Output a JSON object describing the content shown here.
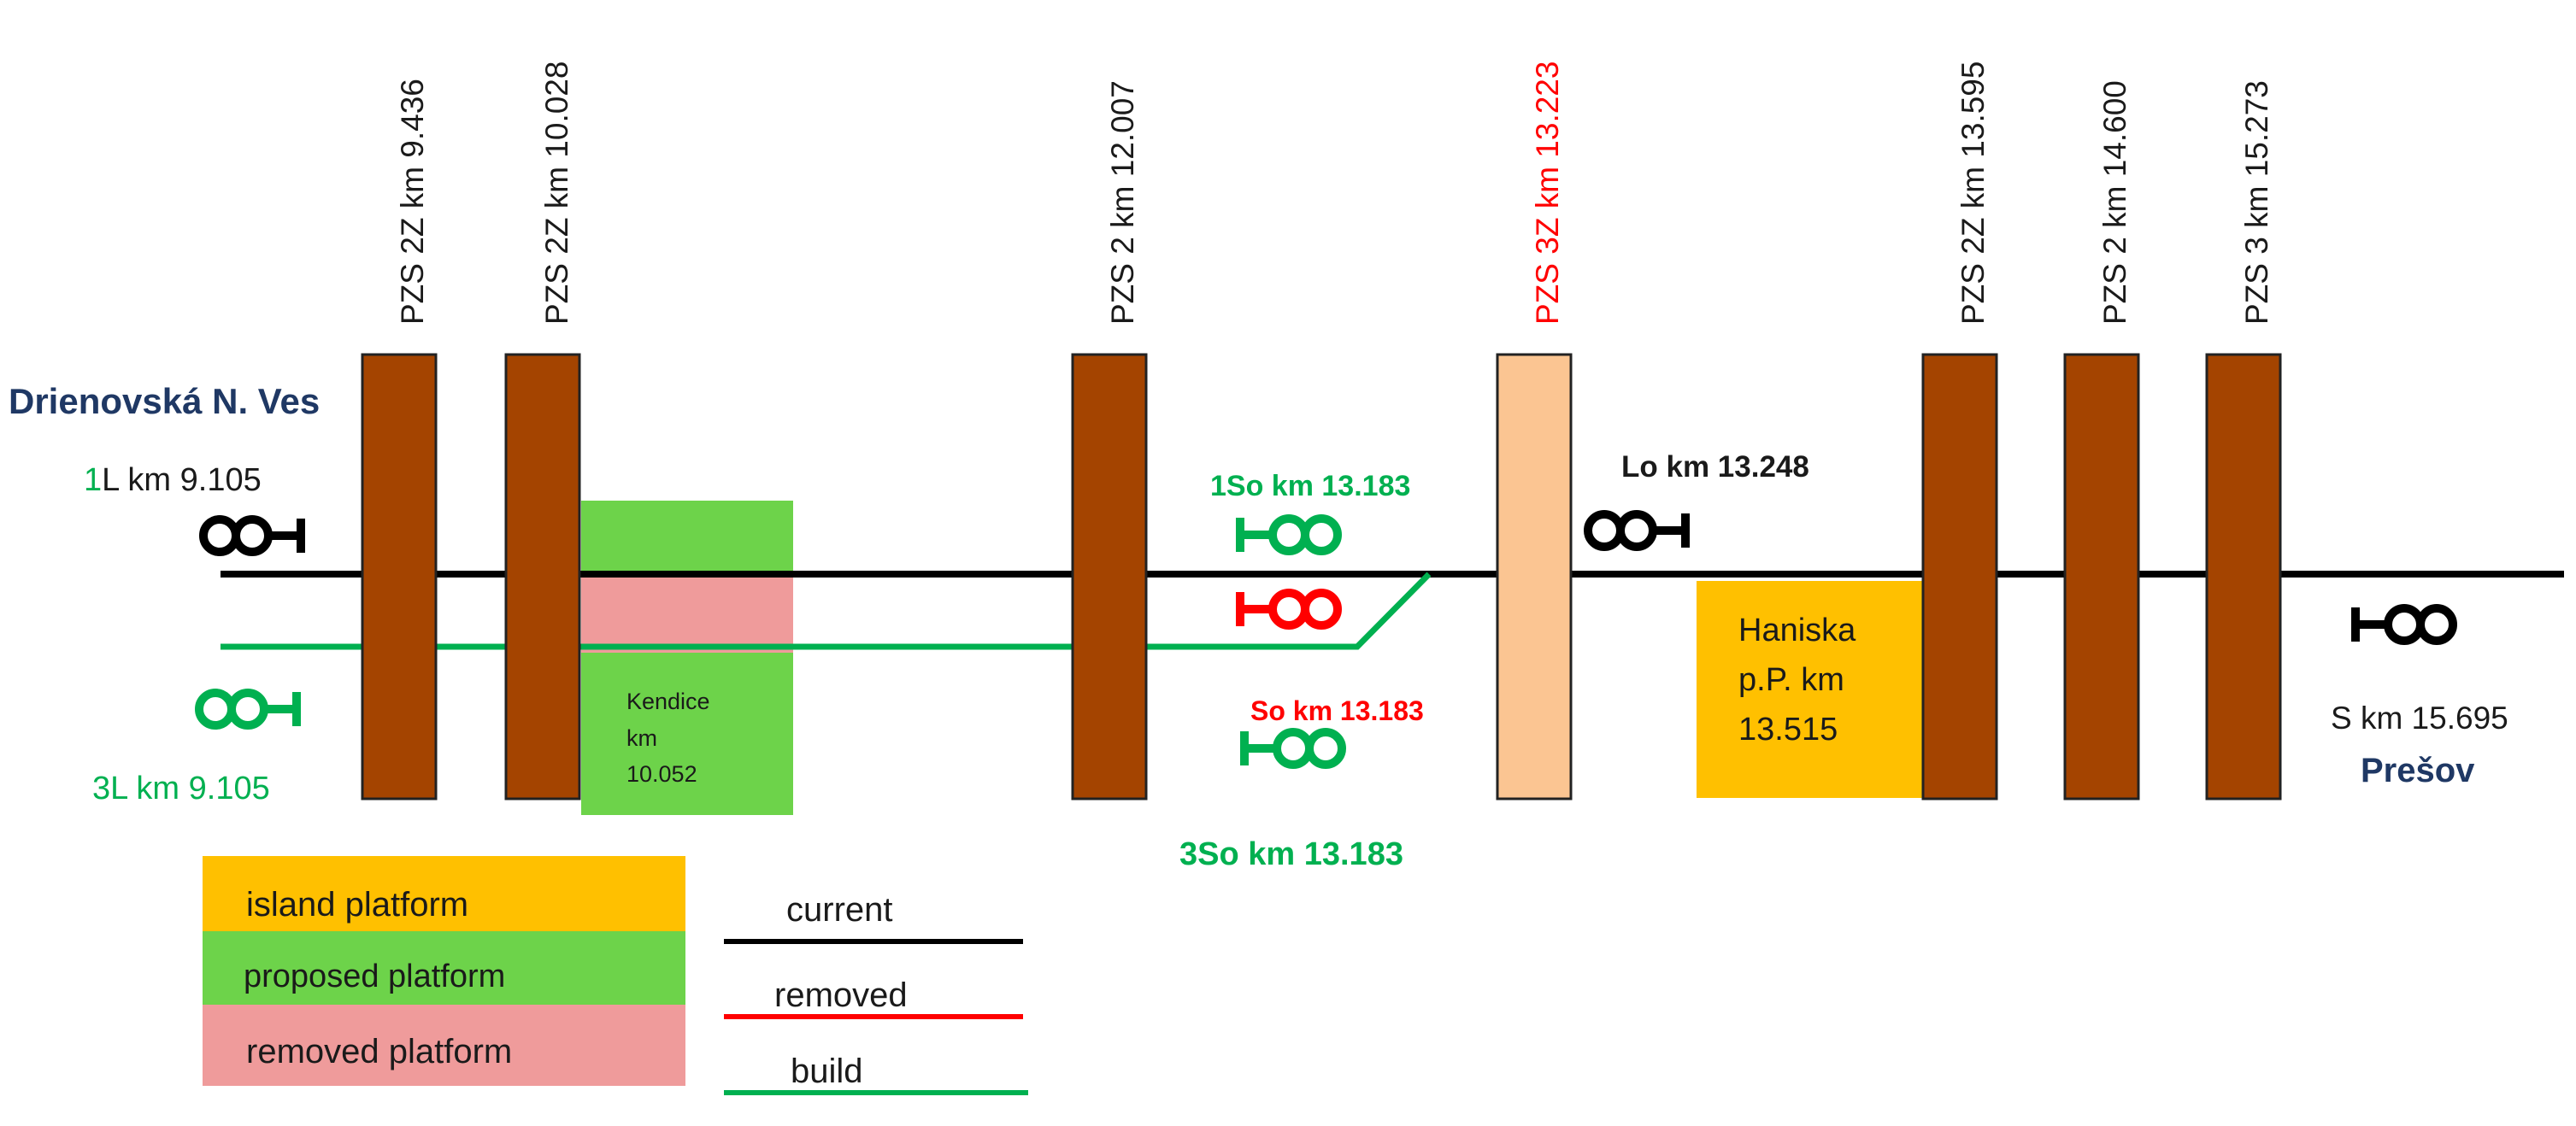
{
  "colors": {
    "current_track": "#000000",
    "removed_track": "#ff0000",
    "build_track": "#00b050",
    "crossing": "#a44400",
    "crossing_highlight": "#fbc592",
    "island_platform": "#ffc000",
    "proposed_platform": "#6dd34a",
    "removed_platform": "#ef9b9b",
    "label_green": "#00b050",
    "label_red": "#ff0000",
    "label_black": "#1a1a1a"
  },
  "stations": {
    "west": "Drienovská N. Ves",
    "east": "Prešov"
  },
  "crossings": [
    {
      "label": "PZS 2Z km 9.436",
      "km": 9.436,
      "status": "current"
    },
    {
      "label": "PZS 2Z km 10.028",
      "km": 10.028,
      "status": "current"
    },
    {
      "label": "PZS 2 km 12.007",
      "km": 12.007,
      "status": "current"
    },
    {
      "label": "PZS 3Z km 13.223",
      "km": 13.223,
      "status": "highlighted"
    },
    {
      "label": "PZS 2Z km 13.595",
      "km": 13.595,
      "status": "current"
    },
    {
      "label": "PZS 2 km 14.600",
      "km": 14.6,
      "status": "current"
    },
    {
      "label": "PZS 3 km 15.273",
      "km": 15.273,
      "status": "current"
    }
  ],
  "signals": {
    "l1_prefix": "1",
    "l1_rest": "L km 9.105",
    "l3": "3L km 9.105",
    "so1": "1So km 13.183",
    "so": "So km 13.183",
    "so3": "3So km 13.183",
    "lo": "Lo km 13.248",
    "s": "S km 15.695"
  },
  "platforms": {
    "kendice": [
      "Kendice",
      "km",
      "10.052"
    ],
    "haniska": [
      "Haniska",
      "p.P. km",
      "13.515"
    ]
  },
  "legend": {
    "island_platform": "island platform",
    "proposed_platform": "proposed platform",
    "removed_platform": "removed platform",
    "current": "current",
    "removed": "removed",
    "build": "build"
  }
}
